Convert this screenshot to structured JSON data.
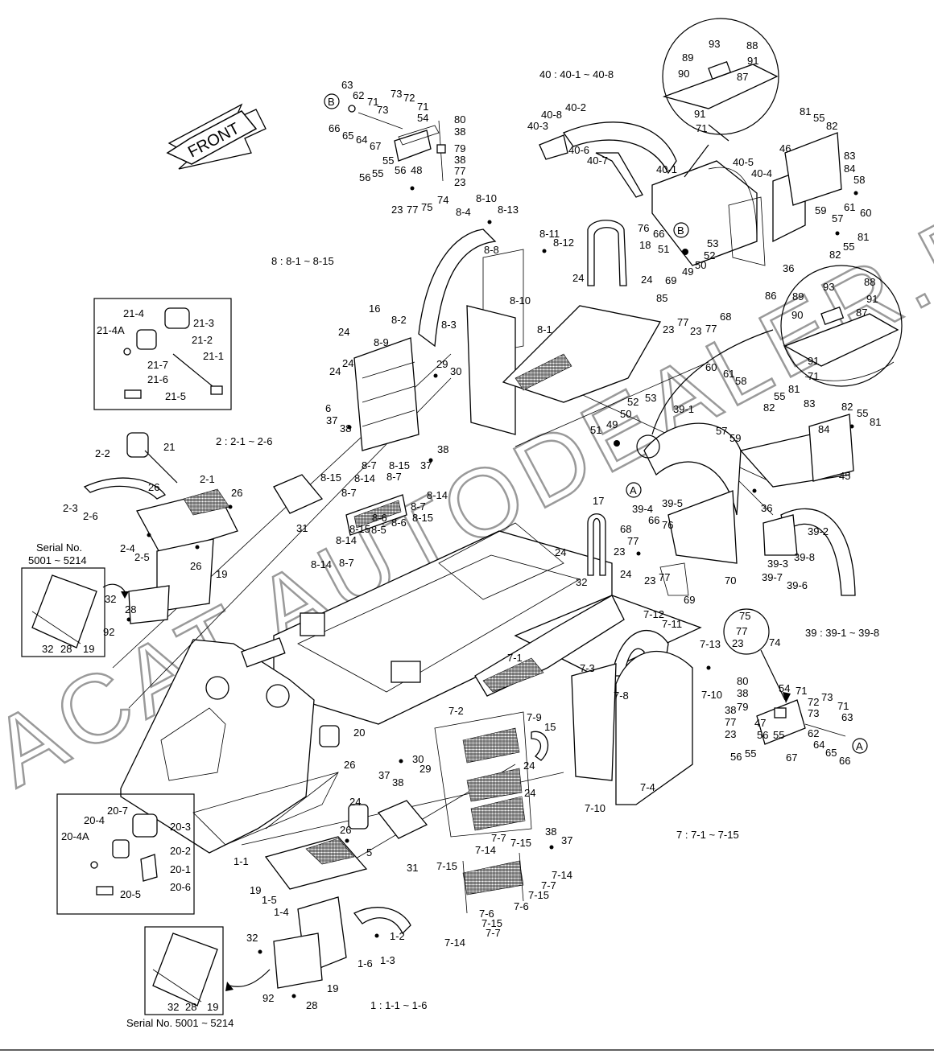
{
  "front_label": "FRONT",
  "watermark": "ACAT.AUTODEALER.RU",
  "notes": {
    "n40": "40 : 40-1 ~ 40-8",
    "n8": "8 : 8-1 ~ 8-15",
    "n2": "2 : 2-1 ~ 2-6",
    "n39": "39 : 39-1 ~ 39-8",
    "n7": "7 : 7-1 ~ 7-15",
    "n1": "1 : 1-1 ~ 1-6",
    "serial_top_line1": "Serial No.",
    "serial_top_line2": "5001 ~ 5214",
    "serial_bottom": "Serial No. 5001 ~ 5214"
  },
  "callouts": {
    "A": "A",
    "B": "B"
  },
  "labels": {
    "l63": "63",
    "l62": "62",
    "l71": "71",
    "l73": "73",
    "l72": "72",
    "l71b": "71",
    "l73b": "73",
    "l54": "54",
    "l80": "80",
    "l38": "38",
    "l66": "66",
    "l65": "65",
    "l64": "64",
    "l67": "67",
    "l79": "79",
    "l38b": "38",
    "l77": "77",
    "l55": "55",
    "l56": "56",
    "l48": "48",
    "l56b": "56",
    "l55b": "55",
    "l23": "23",
    "l74": "74",
    "l23b": "23",
    "l77b": "77",
    "l75": "75",
    "l40_8": "40-8",
    "l40_2": "40-2",
    "l40_3": "40-3",
    "l40_6": "40-6",
    "l40_7": "40-7",
    "l40_1": "40-1",
    "l40_5": "40-5",
    "l40_4": "40-4",
    "l46": "46",
    "l89": "89",
    "l93": "93",
    "l88": "88",
    "l91": "91",
    "l90": "90",
    "l87": "87",
    "l91b": "91",
    "l71c": "71",
    "l81": "81",
    "l55c": "55",
    "l82": "82",
    "l83": "83",
    "l84": "84",
    "l58": "58",
    "l59": "59",
    "l61": "61",
    "l60": "60",
    "l57": "57",
    "l81b": "81",
    "l55d": "55",
    "l82b": "82",
    "l36": "36",
    "l8_10": "8-10",
    "l8_13": "8-13",
    "l8_4": "8-4",
    "l8_11": "8-11",
    "l8_12": "8-12",
    "l8_8": "8-8",
    "l18": "18",
    "l24": "24",
    "l24b": "24",
    "l76": "76",
    "l66b": "66",
    "l51": "51",
    "l53": "53",
    "l52": "52",
    "l49": "49",
    "l50": "50",
    "l69": "69",
    "l85": "85",
    "l86": "86",
    "l68": "68",
    "l23c": "23",
    "l77c": "77",
    "l23d": "23",
    "l77d": "77",
    "l93b": "93",
    "l88b": "88",
    "l89b": "89",
    "l91c": "91",
    "l90b": "90",
    "l87b": "87",
    "l91d": "91",
    "l71d": "71",
    "l16": "16",
    "l8_2": "8-2",
    "l8_3": "8-3",
    "l8_10b": "8-10",
    "l8_9": "8-9",
    "l8_1": "8-1",
    "l24c": "24",
    "l24d": "24",
    "l24e": "24",
    "l29": "29",
    "l30": "30",
    "l6": "6",
    "l37": "37",
    "l38c": "38",
    "l21_4": "21-4",
    "l21_3": "21-3",
    "l21_4a": "21-4A",
    "l21_2": "21-2",
    "l21_1": "21-1",
    "l21_7": "21-7",
    "l21_6": "21-6",
    "l21_5": "21-5",
    "l21": "21",
    "l2_2": "2-2",
    "l26": "26",
    "l2_1": "2-1",
    "l26b": "26",
    "l2_3": "2-3",
    "l2_6": "2-6",
    "l2_4": "2-4",
    "l2_5": "2-5",
    "l26c": "26",
    "l19": "19",
    "l32": "32",
    "l92": "92",
    "l28": "28",
    "l32b": "32",
    "l28b": "28",
    "l19b": "19",
    "l31": "31",
    "l8_15": "8-15",
    "l8_7": "8-7",
    "l8_14": "8-14",
    "l8_7b": "8-7",
    "l8_15b": "8-15",
    "l8_14b": "8-14",
    "l8_7c": "8-7",
    "l8_6": "8-6",
    "l8_5": "8-5",
    "l8_15c": "8-15",
    "l8_6b": "8-6",
    "l8_15d": "8-15",
    "l8_14c": "8-14",
    "l8_7d": "8-7",
    "l38d": "38",
    "l37b": "37",
    "l60b": "60",
    "l61b": "61",
    "l58b": "58",
    "l81c": "81",
    "l55e": "55",
    "l82c": "82",
    "l83b": "83",
    "l55f": "55",
    "l81d": "81",
    "l52b": "52",
    "l53b": "53",
    "l50b": "50",
    "l39_1": "39-1",
    "l51b": "51",
    "l49b": "49",
    "l57b": "57",
    "l59b": "59",
    "l84b": "84",
    "l45": "45",
    "l39_4": "39-4",
    "l39_5": "39-5",
    "l66c": "66",
    "l76b": "76",
    "l36b": "36",
    "l17": "17",
    "l68b": "68",
    "l23e": "23",
    "l77e": "77",
    "l24f": "24",
    "l32c": "32",
    "l24g": "24",
    "l23f": "23",
    "l77f": "77",
    "l69b": "69",
    "l70": "70",
    "l39_3": "39-3",
    "l39_8": "39-8",
    "l39_2": "39-2",
    "l39_7": "39-7",
    "l39_6": "39-6",
    "l75b": "75",
    "l77g": "77",
    "l23g": "23",
    "l74b": "74",
    "l7_12": "7-12",
    "l7_11": "7-11",
    "l7_13": "7-13",
    "l7_10": "7-10",
    "l7_1": "7-1",
    "l7_3": "7-3",
    "l7_8": "7-8",
    "l7_4": "7-4",
    "l7_10b": "7-10",
    "l80b": "80",
    "l38e": "38",
    "l79b": "79",
    "l38f": "38",
    "l77h": "77",
    "l23h": "23",
    "l54b": "54",
    "l71e": "71",
    "l72b": "72",
    "l73c": "73",
    "l71f": "71",
    "l73d": "73",
    "l63b": "63",
    "l47": "47",
    "l62b": "62",
    "l56c": "56",
    "l55g": "55",
    "l56d": "56",
    "l55h": "55",
    "l67b": "67",
    "l64b": "64",
    "l65b": "65",
    "l66d": "66",
    "l20": "20",
    "l26d": "26",
    "l7_2": "7-2",
    "l7_9": "7-9",
    "l15": "15",
    "l30b": "30",
    "l29b": "29",
    "l37c": "37",
    "l38g": "38",
    "l24h": "24",
    "l24i": "24",
    "l24j": "24",
    "l5": "5",
    "l31b": "31",
    "l38h": "38",
    "l37d": "37",
    "l20_7": "20-7",
    "l20_4": "20-4",
    "l20_3": "20-3",
    "l20_4a": "20-4A",
    "l20_2": "20-2",
    "l20_1": "20-1",
    "l20_6": "20-6",
    "l20_5": "20-5",
    "l26e": "26",
    "l1_1": "1-1",
    "l19c": "19",
    "l1_5": "1-5",
    "l1_4": "1-4",
    "l1_2": "1-2",
    "l1_6": "1-6",
    "l1_3": "1-3",
    "l32d": "32",
    "l92b": "92",
    "l28c": "28",
    "l19d": "19",
    "l32e": "32",
    "l28d": "28",
    "l19e": "19",
    "l7_14": "7-14",
    "l7_7": "7-7",
    "l7_15": "7-15",
    "l7_15b": "7-15",
    "l7_14b": "7-14",
    "l7_7b": "7-7",
    "l7_15c": "7-15",
    "l7_6": "7-6",
    "l7_6b": "7-6",
    "l7_15d": "7-15",
    "l7_7c": "7-7",
    "l7_14c": "7-14",
    "l7_14d": "7-14",
    "l7_7d": "7-7"
  }
}
